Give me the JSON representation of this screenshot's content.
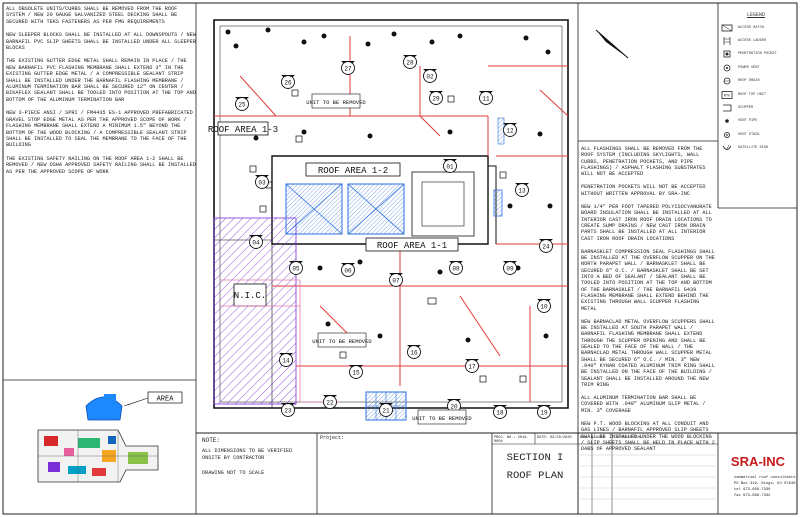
{
  "notes_left": [
    "All obsolete units/curbs shall be removed from the roof system / new 20 gauge galvanized steel decking shall be secured with Teks fasteners as per FMG requirements",
    "New sleeper blocks shall be installed at all downspouts / new Barnafil PVC slip sheets shall be installed under all sleeper blocks",
    "The existing gutter edge metal shall remain in place / the new Barnafil PVC flashing membrane shall extend 3\" in the existing gutter edge metal / a compressible sealant strip shall be installed under the Barnafil flashing membrane / aluminum termination bar shall be secured 12\" on center / bikaflex sealant shall be tooled into position at the top and bottom of the aluminum termination bar",
    "New 3-piece ANSI / SPRI / FM4435 ES-1 approved prefabricated gravel stop edge metal as per the approved scope of work / flashing membrane shall extend a minimum 1.5\" beyond the bottom of the wood blocking / a compressible sealant strip shall be installed to seal the membrane to the face of the building",
    "The existing safety railing on the roof area 1-2 shall be removed / new OSHA approved safety railing shall be installed as per the approved scope of work"
  ],
  "notes_right": [
    "All flashings shall be removed from the roof system (including skylights, wall curbs, penetration pockets, and pipe flashings) / asphalt flashing substrates will not be accepted",
    "Penetration pockets will not be accepted without written approval by SRA-Inc",
    "New 1/4\" per foot tapered polyisocyanurate board insulation shall be installed at all interior cast iron roof drain locations to create sump drains / new cast iron drain parts shall be installed at all interior cast iron roof drain locations",
    "Barnasklet compression seal flashings shall be installed at the overflow scupper on the north parapet wall / Barnasklet shall be secured 6\" O.C. / Barnasklet shall be set into a bed of sealant / sealant shall be tooled into position at the top and bottom of the Barnasklet / the Barnafil G439 flashing membrane shall extend behind the existing through wall scupper flashing metal",
    "New Barnaclad metal overflow scuppers shall be installed at south parapet wall / Barnafil flashing membrane shall extend through the scupper opening and shall be sealed to the face of the wall / the Barnaclad metal through wall scupper metal shall be secured 6\" O.C. / min. 3\" new .040\" Kynar coated aluminum trim ring shall be installed on the face of the building / sealant shall be installed around the new trim ring",
    "All aluminum termination bar shall be covered with .040\" aluminum slip metal / min. 3\" coverage",
    "New P.T. wood blocking at all conduit and gas lines / Barnafil approved slip sheets shall be installed under the wood blocking / slip sheets shall be held in place with 2 dabs of approved sealant"
  ],
  "legend": {
    "title": "LEGEND",
    "items": [
      {
        "label": "Access Hatch",
        "icon": "access-hatch"
      },
      {
        "label": "Access Ladder",
        "icon": "access-ladder"
      },
      {
        "label": "Penetration Pocket",
        "icon": "penetration-pocket"
      },
      {
        "label": "Power Vent",
        "icon": "power-vent"
      },
      {
        "label": "Roof Drain",
        "icon": "roof-drain"
      },
      {
        "label": "Roof Top Unit",
        "icon": "roof-top-unit"
      },
      {
        "label": "Scupper",
        "icon": "scupper"
      },
      {
        "label": "Vent Pipe",
        "icon": "vent-pipe"
      },
      {
        "label": "Vent Stack",
        "icon": "vent-stack"
      },
      {
        "label": "Satellite Dish",
        "icon": "satellite-dish"
      }
    ]
  },
  "plan": {
    "areas": [
      {
        "label": "ROOF AREA 1-3"
      },
      {
        "label": "ROOF AREA 1-2"
      },
      {
        "label": "ROOF AREA 1-1"
      },
      {
        "label": "N.I.C."
      }
    ],
    "callouts": [
      "UNIT TO BE REMOVED",
      "UNIT TO BE REMOVED",
      "UNIT TO BE REMOVED"
    ],
    "units": [
      "25",
      "26",
      "27",
      "28",
      "29",
      "11",
      "12",
      "13",
      "01",
      "02",
      "03",
      "04",
      "05",
      "06",
      "07",
      "08",
      "09",
      "10",
      "14",
      "15",
      "16",
      "17",
      "18",
      "19",
      "20",
      "21",
      "22",
      "23",
      "24"
    ],
    "colors": {
      "hatch": "#2d6fdc",
      "ridge": "#e23a3a",
      "nic": "#7a2fd6",
      "pink": "#e27ab6"
    }
  },
  "key_plan": {
    "label": "AREA"
  },
  "title_block": {
    "note_title": "NOTE:",
    "notes": [
      "All dimensions to be verified onsite by contractor",
      "Drawing not to scale"
    ],
    "project_label": "Project:",
    "project_no": "PROJ. NO.: 2019-0004",
    "date": "DATE: 03/26/2020",
    "drawing_title_line1": "SECTION I",
    "drawing_title_line2": "ROOF PLAN",
    "rev_headers": [
      "REV. #",
      "DATE",
      "DESCRIPTION"
    ],
    "company": "SRA-INC",
    "company_tagline": "commercial roof consultants",
    "company_address": "PO Box 319, Kings, NJ 07648",
    "company_tel": "tel 973-689-7330",
    "company_fax": "fax 973-689-7332"
  }
}
